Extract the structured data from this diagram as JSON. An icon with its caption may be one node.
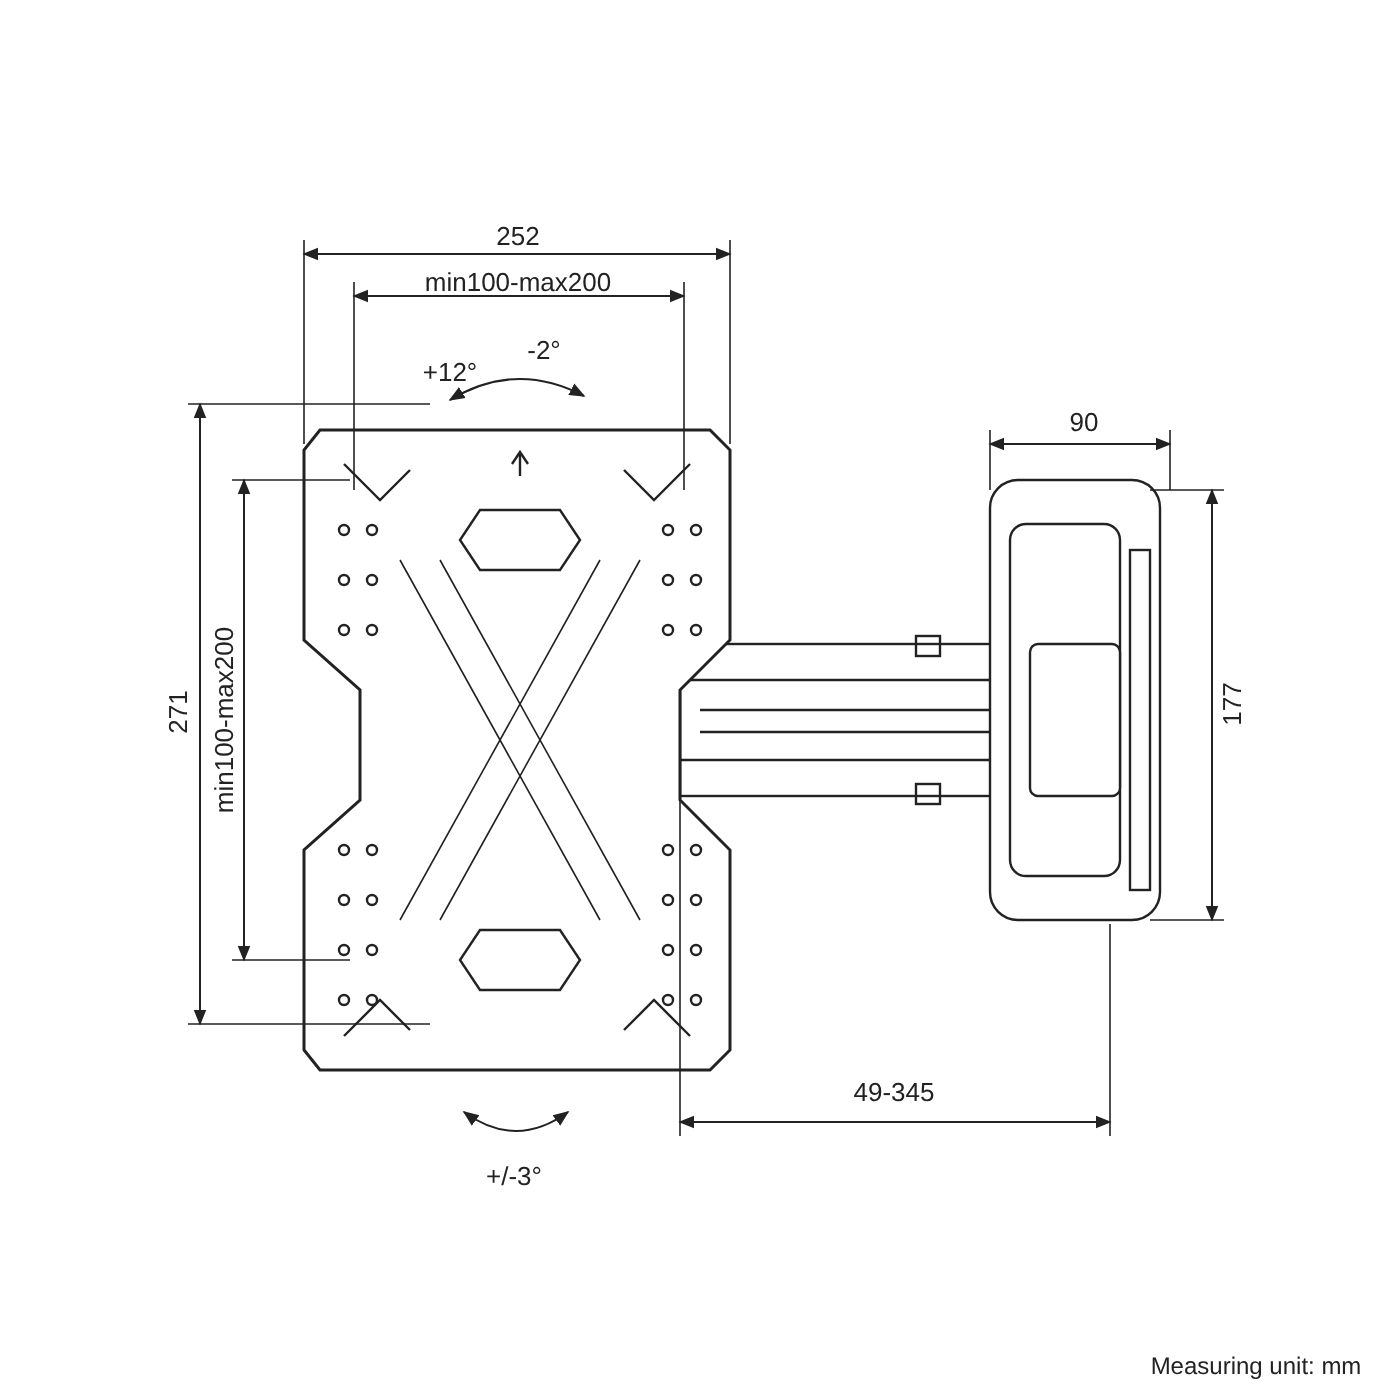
{
  "diagram": {
    "labels": [
      "252",
      "min100-max200",
      "+12°",
      "-2°",
      "90",
      "271",
      "min100-max200",
      "177",
      "49-345",
      "+/-3°",
      "Measuring unit: mm"
    ]
  }
}
